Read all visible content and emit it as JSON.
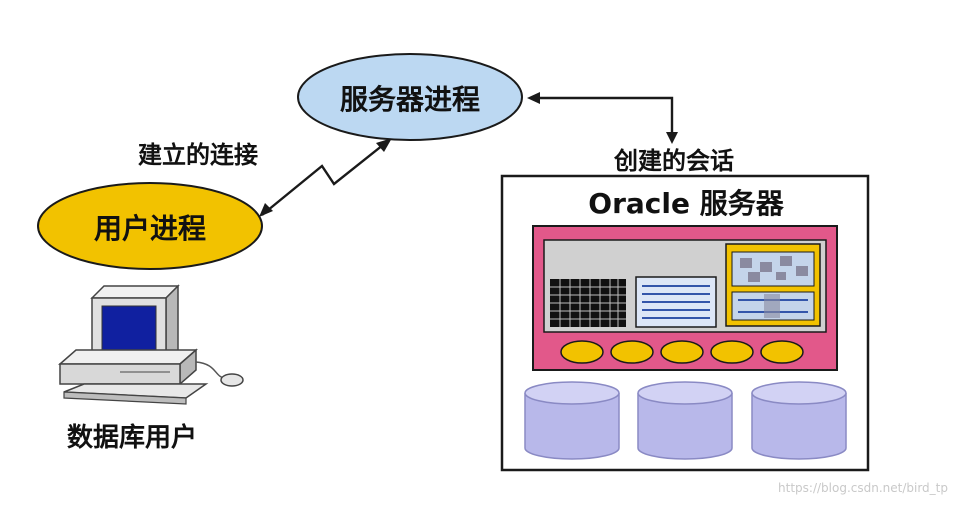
{
  "labels": {
    "server_process": "服务器进程",
    "user_process": "用户进程",
    "established_connection": "建立的连接",
    "create_session": "创建的会话",
    "oracle_server": "Oracle 服务器",
    "database_user": "数据库用户"
  },
  "watermark": "https://blog.csdn.net/bird_tp",
  "colors": {
    "server_process_fill": "#bcd8f2",
    "user_process_fill": "#f2c200",
    "instance_fill": "#e2588a",
    "sga_fill": "#d0d0d0",
    "db_file_fill": "#b8b8ea",
    "monitor_screen": "#1020a0"
  }
}
